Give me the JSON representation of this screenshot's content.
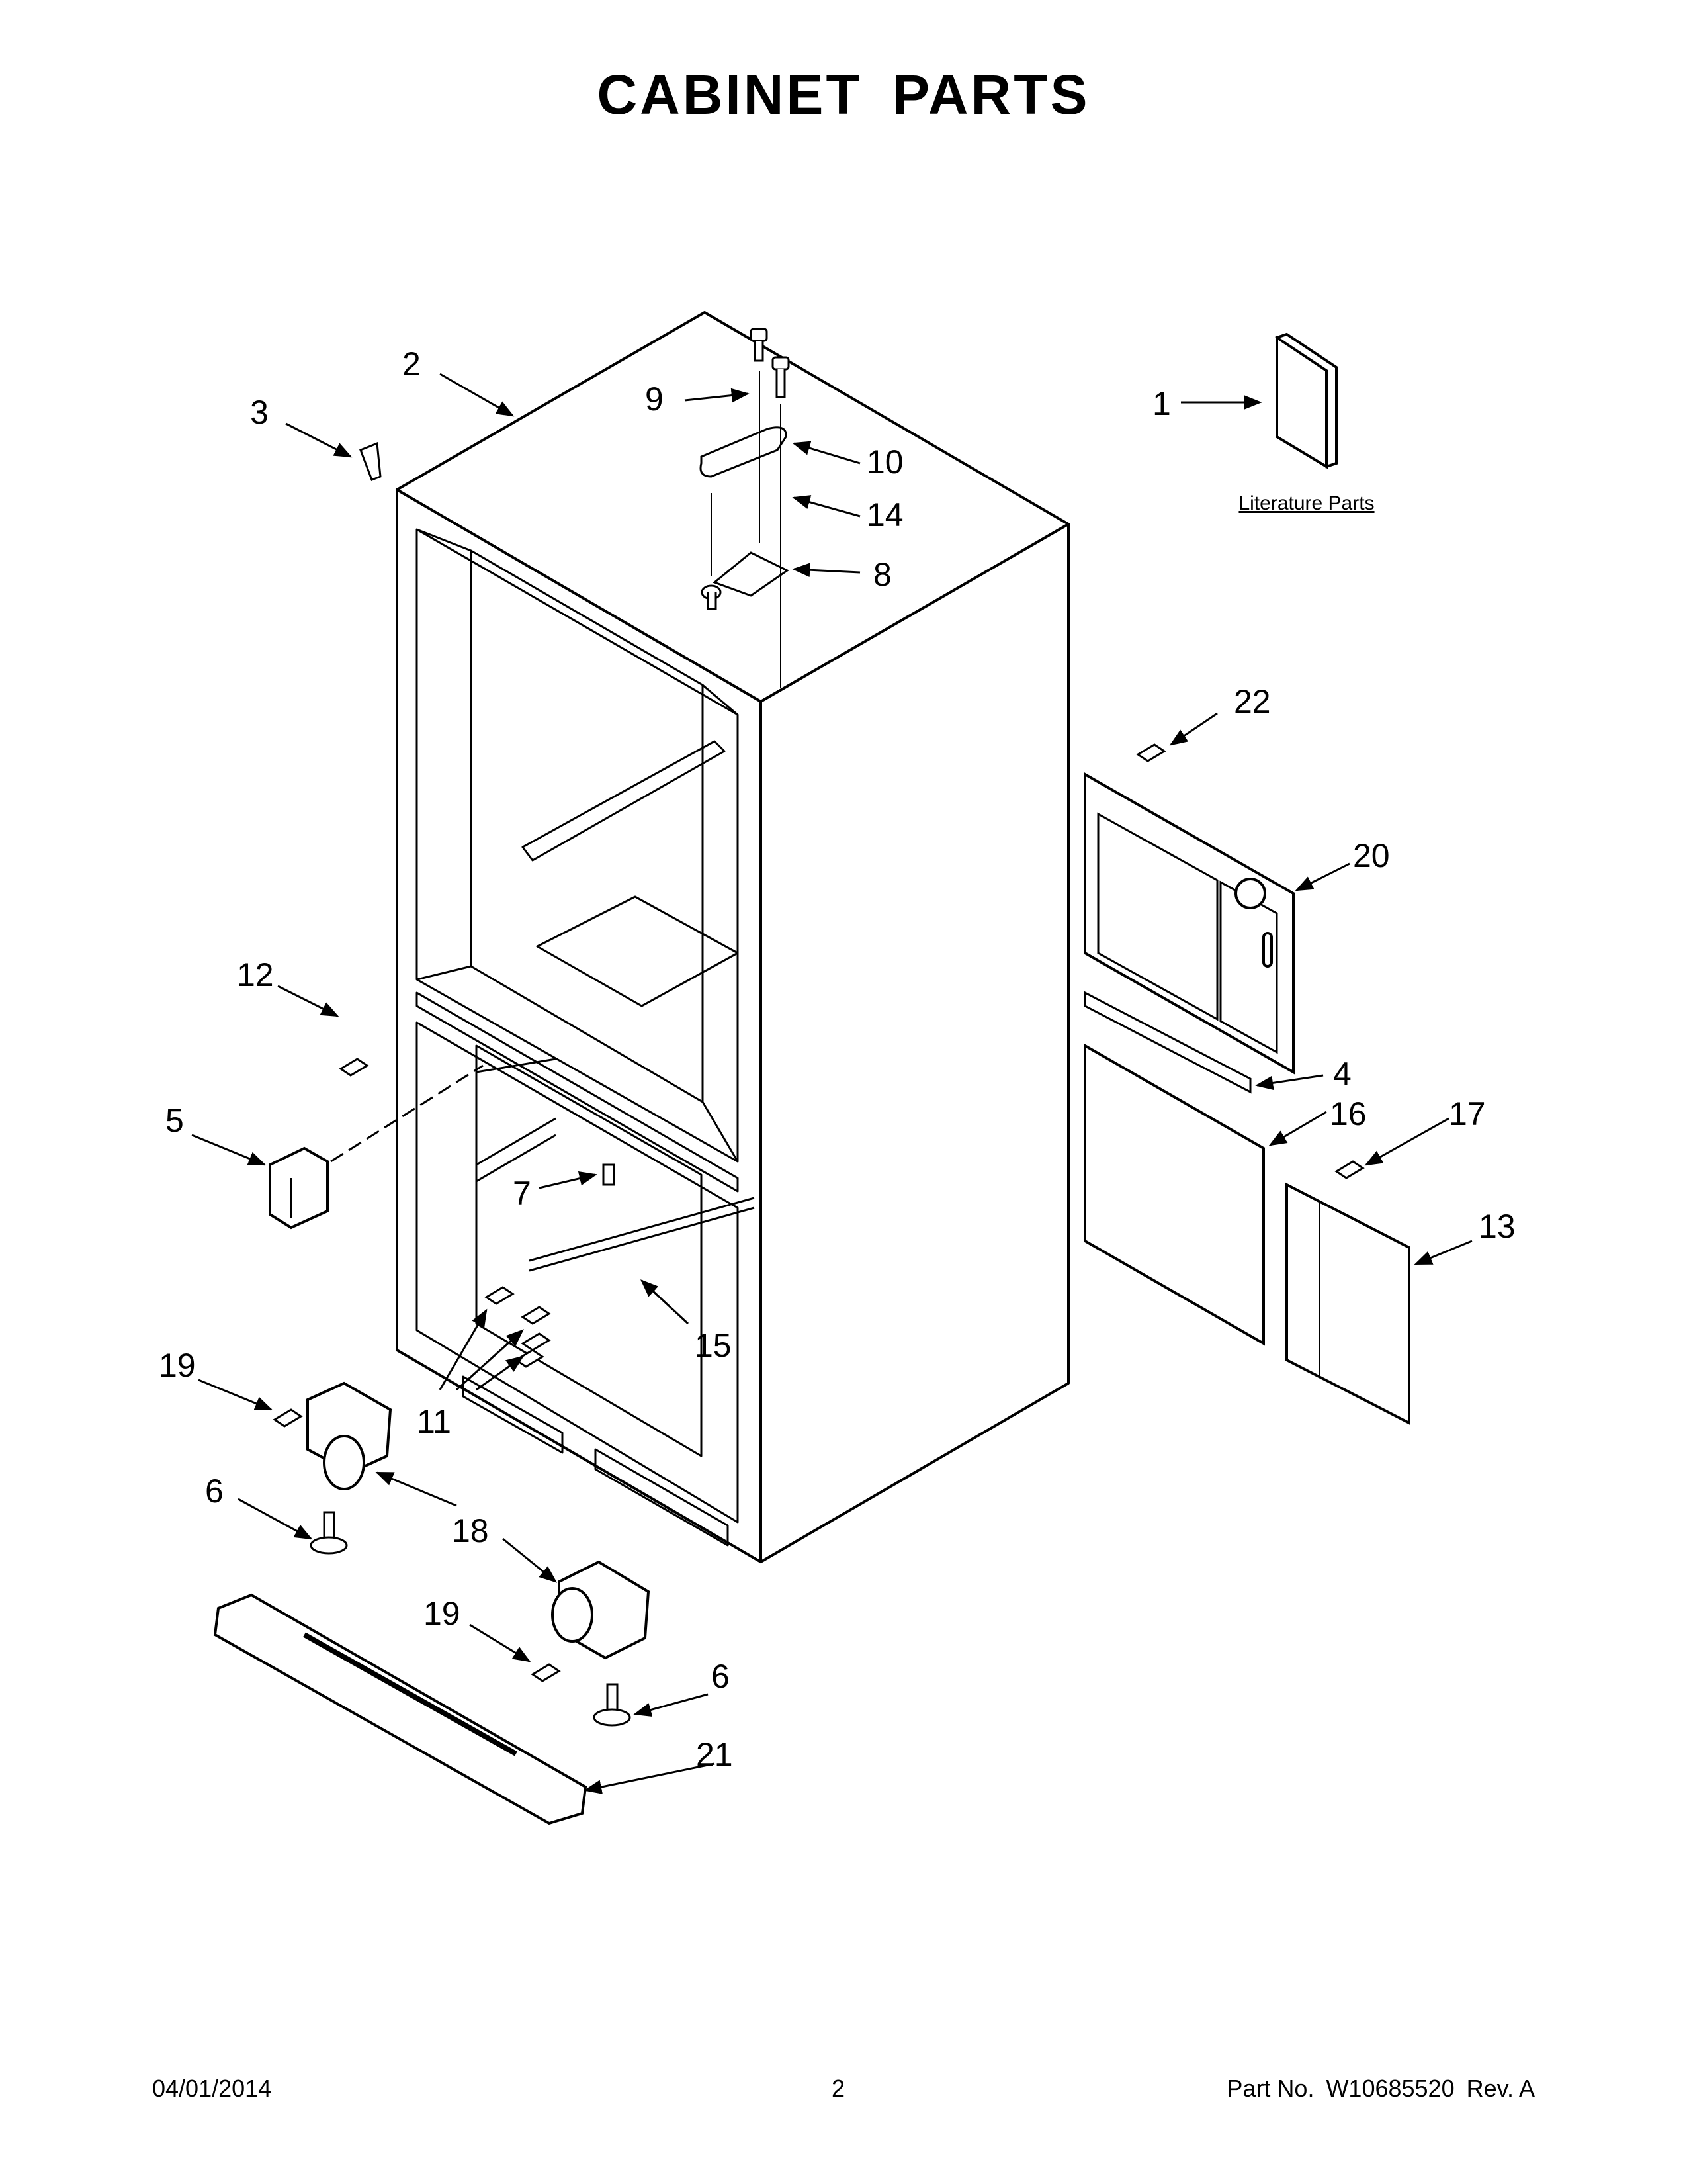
{
  "title": "CABINET PARTS",
  "literature_label": "Literature Parts",
  "part_numbers": [
    "1",
    "2",
    "3",
    "4",
    "5",
    "6",
    "6",
    "7",
    "8",
    "9",
    "10",
    "11",
    "12",
    "13",
    "14",
    "15",
    "16",
    "17",
    "18",
    "19",
    "19",
    "20",
    "21",
    "22"
  ],
  "footer": {
    "date": "04/01/2014",
    "page": "2",
    "part_no_label": "Part No.",
    "part_no": "W10685520",
    "rev": "Rev. A"
  }
}
